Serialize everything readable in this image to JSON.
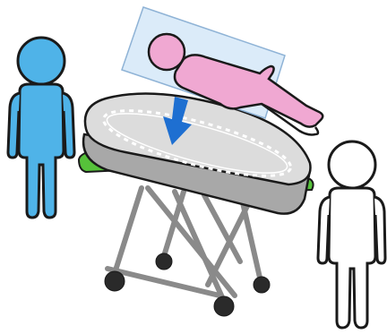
{
  "illustration": {
    "elements": [
      "blue-person",
      "white-person",
      "patient-on-transfer-board",
      "down-arrow",
      "stretcher"
    ]
  },
  "colors": {
    "blue_person_fill": "#4fb3e8",
    "white_person_fill": "#ffffff",
    "outline": "#1a1a1a",
    "patient_fill": "#f0a8d2",
    "board_fill": "#cfe4f7",
    "arrow_fill": "#1e6fd1",
    "stretcher_top": "#dcdcdc",
    "stretcher_side": "#a8a8a8",
    "mattress_accent": "#56c23a",
    "wheel_fill": "#2a2a2a"
  }
}
